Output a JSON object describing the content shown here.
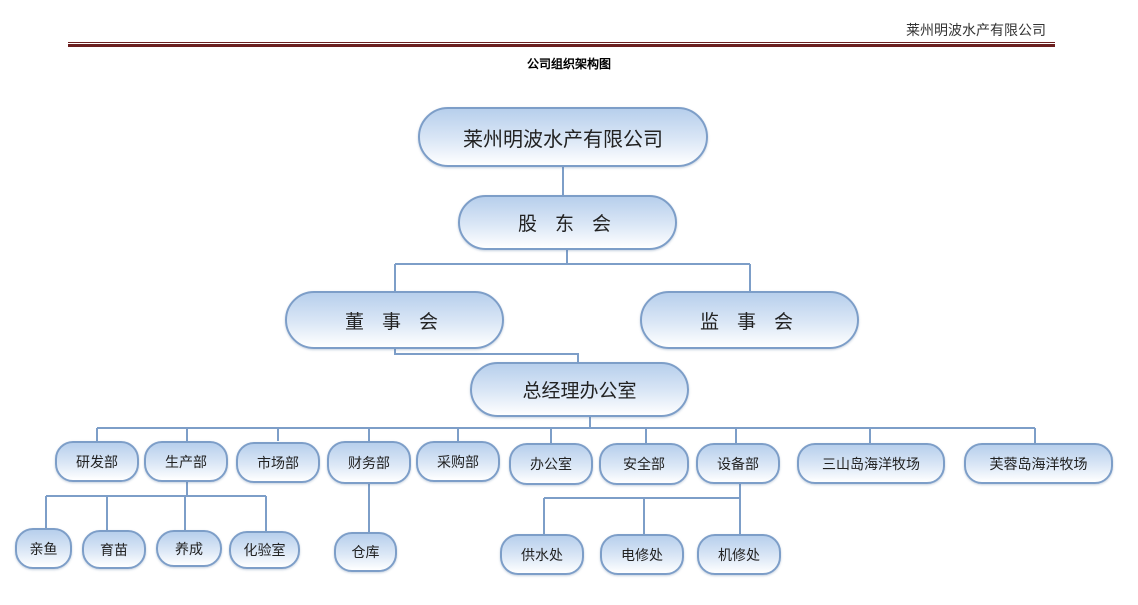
{
  "header": {
    "company": "莱州明波水产有限公司"
  },
  "title": "公司组织架构图",
  "nodes": {
    "company": "莱州明波水产有限公司",
    "shareholders": "股 东 会",
    "board": "董 事 会",
    "supervisors": "监 事 会",
    "gm_office": "总经理办公室",
    "departments": [
      "研发部",
      "生产部",
      "市场部",
      "财务部",
      "采购部",
      "办公室",
      "安全部",
      "设备部",
      "三山岛海洋牧场",
      "芙蓉岛海洋牧场"
    ],
    "production_sub": [
      "亲鱼",
      "育苗",
      "养成",
      "化验室"
    ],
    "finance_sub": [
      "仓库"
    ],
    "equipment_sub": [
      "供水处",
      "电修处",
      "机修处"
    ]
  },
  "colors": {
    "line": "#7d9ec8",
    "rule": "#6b1f1f"
  }
}
